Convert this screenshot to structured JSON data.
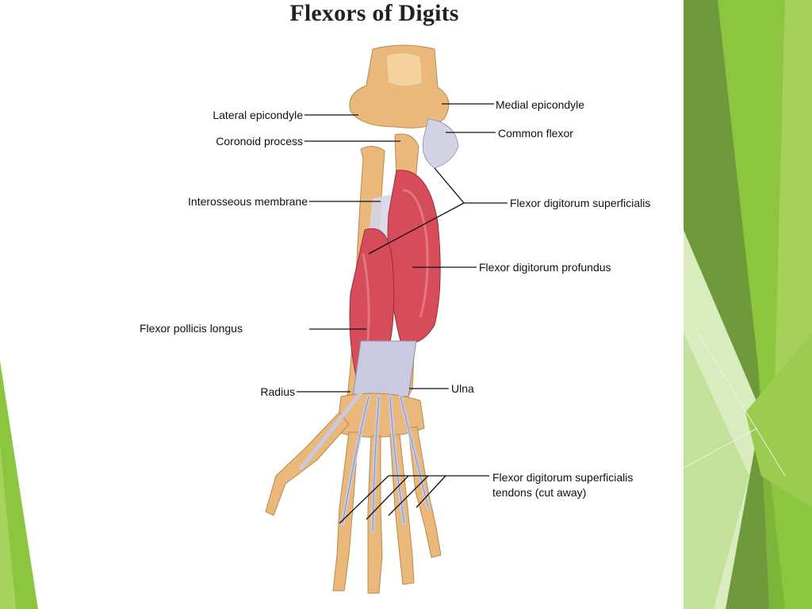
{
  "title": "Flexors of Digits",
  "labels": {
    "lateral_epicondyle": "Lateral epicondyle",
    "coronoid_process": "Coronoid process",
    "interosseous_membrane": "Interosseous membrane",
    "flexor_pollicis_longus": "Flexor pollicis longus",
    "radius": "Radius",
    "medial_epicondyle": "Medial epicondyle",
    "common_flexor": "Common flexor",
    "flexor_digitorum_superficialis": "Flexor digitorum superficialis",
    "flexor_digitorum_profundus": "Flexor digitorum profundus",
    "ulna": "Ulna",
    "fds_tendons_line1": "Flexor digitorum superficialis",
    "fds_tendons_line2": "tendons (cut away)"
  },
  "colors": {
    "bone": "#e9b87a",
    "bone_light": "#f6d7a6",
    "muscle": "#d64c5a",
    "muscle_light": "#e88691",
    "tendon": "#c9c9df",
    "green_dark": "#6f9a3c",
    "green_mid": "#8cc63f",
    "green_light": "#b6dc7e",
    "green_pale": "#d9ecbf"
  }
}
